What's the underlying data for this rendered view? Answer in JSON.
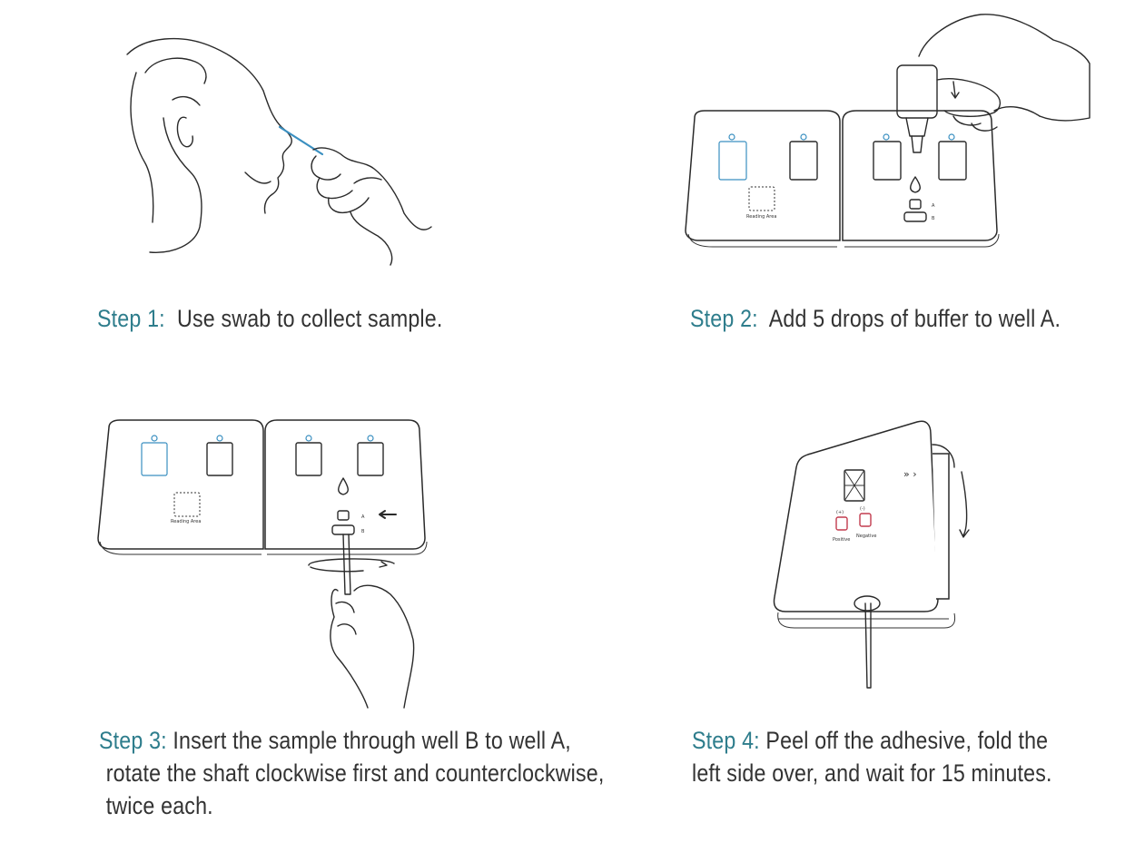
{
  "steps": [
    {
      "label": "Step 1:",
      "text": "Use swab to collect sample."
    },
    {
      "label": "Step 2:",
      "text": "Add 5 drops of buffer to well A."
    },
    {
      "label": "Step 3:",
      "line1": "Insert the sample through well B to well A,",
      "line2": "rotate the shaft clockwise first and counterclockwise,",
      "line3": "twice each."
    },
    {
      "label": "Step 4:",
      "line1": "Peel off the adhesive, fold the",
      "line2": "left side over, and wait for 15 minutes."
    }
  ],
  "card_labels": {
    "reading_area": "Reading Area",
    "well_a": "A",
    "well_b": "B",
    "positive": "Positive",
    "negative": "Negative",
    "pos_sign": "(+)",
    "neg_sign": "(-)"
  },
  "colors": {
    "step_label": "#2e7d8c",
    "text": "#333333",
    "accent_blue": "#3a8fc0"
  }
}
